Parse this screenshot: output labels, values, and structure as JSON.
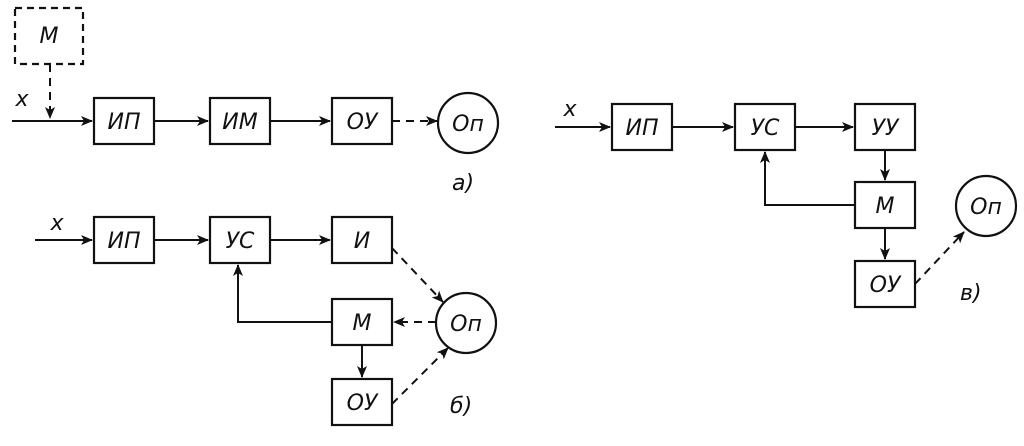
{
  "a": {
    "caption": "а)",
    "input": "x",
    "blocks": {
      "m": "М",
      "ip": "ИП",
      "im": "ИМ",
      "ou": "ОУ",
      "op": "Оп"
    }
  },
  "b": {
    "caption": "б)",
    "input": "x",
    "blocks": {
      "ip": "ИП",
      "us": "УС",
      "i": "И",
      "m": "М",
      "ou": "ОУ",
      "op": "Оп"
    }
  },
  "v": {
    "caption": "в)",
    "input": "x",
    "blocks": {
      "ip": "ИП",
      "us": "УС",
      "uu": "УУ",
      "m": "М",
      "ou": "ОУ",
      "op": "Оп"
    }
  }
}
